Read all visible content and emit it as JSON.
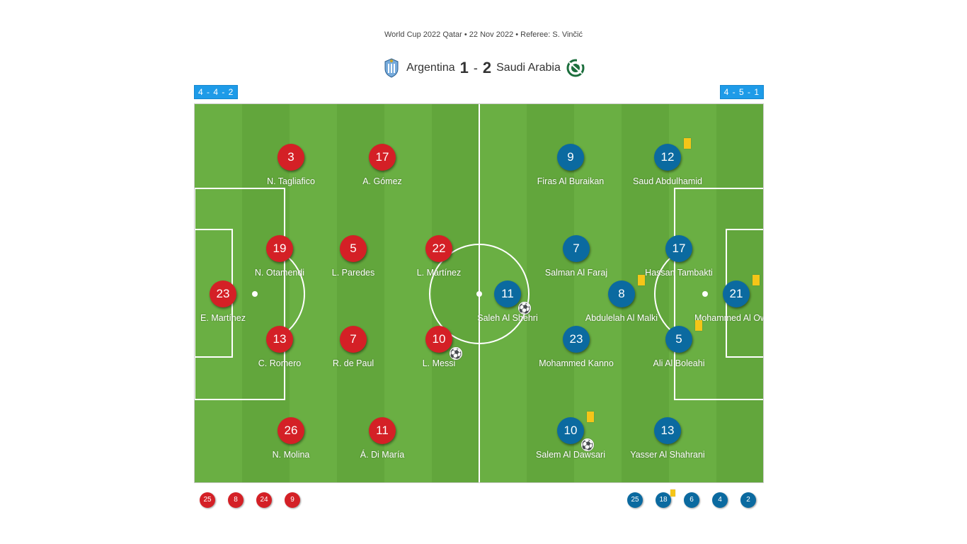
{
  "match": {
    "meta": "World Cup 2022 Qatar • 22 Nov 2022 • Referee: S. Vinčić",
    "home_team": "Argentina",
    "home_score": "1",
    "separator": "-",
    "away_score": "2",
    "away_team": "Saudi Arabia",
    "home_color": "#d42026",
    "away_color": "#0b6aa0",
    "home_crest_icon": "afa-crest-icon",
    "away_crest_icon": "saudi-crest-icon"
  },
  "formations": {
    "home": "4 - 4 - 2",
    "away": "4 - 5 - 1"
  },
  "home_players": [
    {
      "number": "3",
      "name": "N. Tagliafico"
    },
    {
      "number": "17",
      "name": "A. Gómez"
    },
    {
      "number": "19",
      "name": "N. Otamendi"
    },
    {
      "number": "5",
      "name": "L. Paredes"
    },
    {
      "number": "22",
      "name": "L. Martínez"
    },
    {
      "number": "23",
      "name": "E. Martínez"
    },
    {
      "number": "13",
      "name": "C. Romero"
    },
    {
      "number": "7",
      "name": "R. de Paul"
    },
    {
      "number": "10",
      "name": "L. Messi",
      "event": "penalty-goal"
    },
    {
      "number": "26",
      "name": "N. Molina"
    },
    {
      "number": "11",
      "name": "Á. Di María"
    }
  ],
  "away_players": [
    {
      "number": "9",
      "name": "Firas Al Buraikan"
    },
    {
      "number": "12",
      "name": "Saud Abdulhamid",
      "card": "yellow"
    },
    {
      "number": "7",
      "name": "Salman Al Faraj"
    },
    {
      "number": "17",
      "name": "Hassan Tambakti"
    },
    {
      "number": "11",
      "name": "Saleh Al Shehri",
      "event": "goal"
    },
    {
      "number": "8",
      "name": "Abdulelah Al Malki",
      "card": "yellow"
    },
    {
      "number": "21",
      "name": "Mohammed Al Owais",
      "card": "yellow"
    },
    {
      "number": "23",
      "name": "Mohammed Kanno"
    },
    {
      "number": "5",
      "name": "Ali Al Boleahi",
      "card": "yellow"
    },
    {
      "number": "10",
      "name": "Salem Al Dawsari",
      "card": "yellow",
      "event": "goal"
    },
    {
      "number": "13",
      "name": "Yasser Al Shahrani"
    }
  ],
  "home_subs": [
    "25",
    "8",
    "24",
    "9"
  ],
  "away_subs": [
    {
      "number": "25"
    },
    {
      "number": "18",
      "card": "yellow"
    },
    {
      "number": "6"
    },
    {
      "number": "4"
    },
    {
      "number": "2"
    }
  ]
}
